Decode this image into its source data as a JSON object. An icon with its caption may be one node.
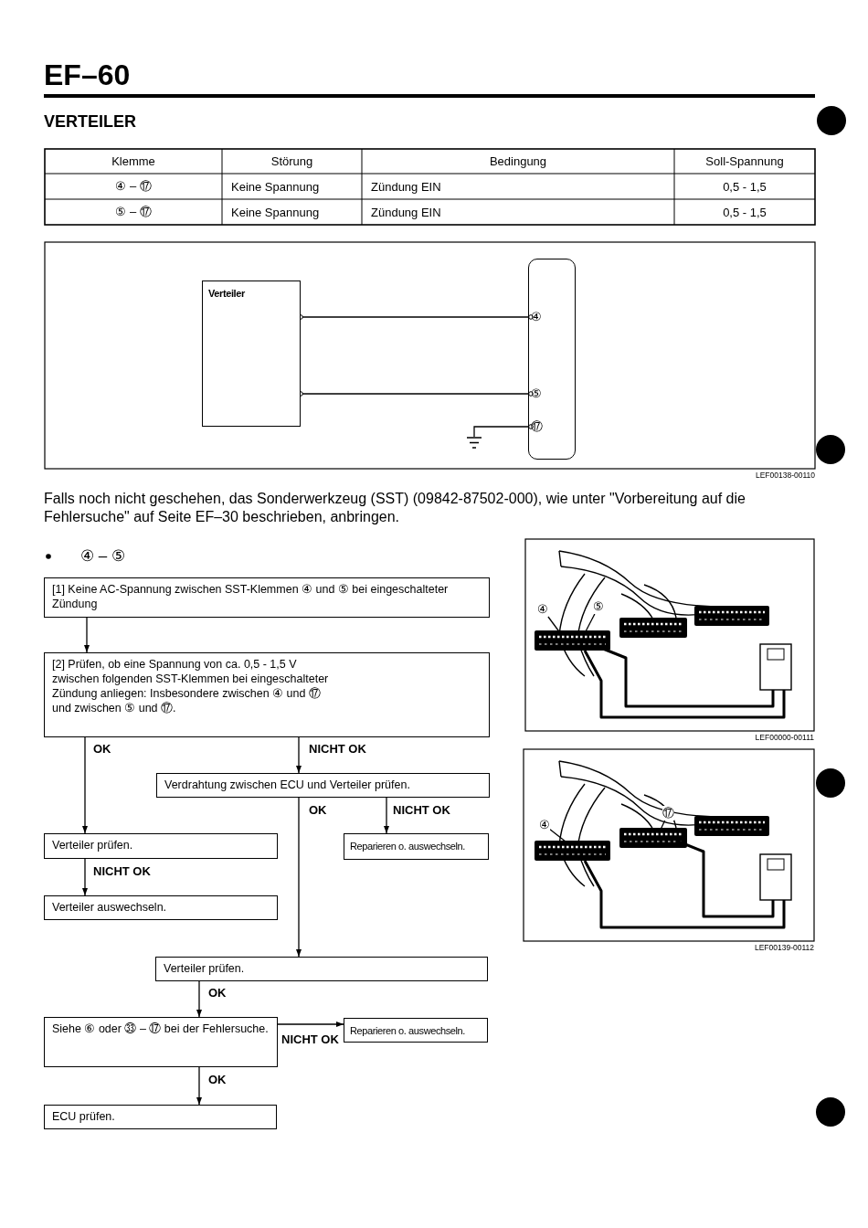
{
  "diagram": {
    "title": "VERTEILER",
    "nodes": [
      {
        "text": [
          "Verteiler"
        ]
      },
      {
        "text": [],
        "shape": "box"
      },
      {
        "text": [
          "④"
        ],
        "in": 1
      },
      {
        "text": [
          "⑤"
        ],
        "in": 1
      },
      {
        "text": [
          "⑰"
        ],
        "in": 1
      },
      {
        "text": [],
        "shape": "ground"
      },
      {
        "text": [
          "[1] Keine AC-Spannung zwischen SST-Klemmen ④ und ⑤ bei eingeschalteter Zündung"
        ]
      },
      {
        "text": [
          "[2] Prüfen, ob eine Spannung von ca. 0,5 - 1,5 V zwischen folgenden SST-Klemmen bei eingeschalteter Zündung anliegen: Insbesondere zwischen ④ und ⑰ und zwischen ⑤ und ⑰."
        ]
      },
      {
        "text": [
          "Verdrahtung zwischen ECU und Verteiler prüfen."
        ]
      },
      {
        "text": [
          "Verteiler prüfen."
        ]
      },
      {
        "text": [
          "Reparieren o. auswechseln."
        ]
      },
      {
        "text": [
          "Verteiler auswechseln."
        ]
      },
      {
        "text": [
          "Verteiler prüfen."
        ]
      },
      {
        "text": [
          "Siehe ⑥ oder ㉝ – ⑰ bei der Fehlersuche."
        ]
      },
      {
        "text": [
          "Reparieren o. auswechseln."
        ]
      },
      {
        "text": [
          "ECU prüfen."
        ]
      },
      {
        "text": [
          "④"
        ]
      },
      {
        "text": [
          "⑤"
        ]
      },
      {
        "text": [
          "④"
        ]
      },
      {
        "text": [
          "⑰"
        ]
      }
    ],
    "edges": [
      {
        "from": 0,
        "to": 2,
        "arrow": "other"
      },
      {
        "from": 0,
        "to": 3,
        "arrow": "other"
      },
      {
        "from": 5,
        "to": 4,
        "arrow": "other"
      },
      {
        "from": 6,
        "to": 7,
        "arrow": "to"
      },
      {
        "from": 7,
        "to": 9,
        "arrow": "to",
        "label": "OK"
      },
      {
        "from": 7,
        "to": 8,
        "arrow": "to",
        "label": "NICHT OK"
      },
      {
        "from": 8,
        "to": 12,
        "arrow": "to",
        "label": "OK"
      },
      {
        "from": 8,
        "to": 10,
        "arrow": "to",
        "label": "NICHT OK"
      },
      {
        "from": 9,
        "to": 11,
        "arrow": "to",
        "label": "NICHT OK"
      },
      {
        "from": 12,
        "to": 13,
        "arrow": "to",
        "label": "OK"
      },
      {
        "from": 13,
        "to": 14,
        "arrow": "to",
        "label": "NICHT OK"
      },
      {
        "from": 13,
        "to": 15,
        "arrow": "to",
        "label": "OK"
      },
      {
        "from": 16,
        "to": null,
        "arrow": "none"
      },
      {
        "from": 17,
        "to": null,
        "arrow": "none"
      },
      {
        "from": 18,
        "to": null,
        "arrow": "none"
      },
      {
        "from": 19,
        "to": null,
        "arrow": "none"
      }
    ],
    "labels": [
      "EF–60",
      "Klemme",
      "Störung",
      "Bedingung",
      "Soll-Spannung",
      "④ – ⑰",
      "Keine Spannung",
      "Zündung EIN",
      "0,5 - 1,5",
      "⑤ – ⑰",
      "Keine Spannung",
      "Zündung EIN",
      "0,5 - 1,5",
      "LEF00138-00110",
      "Falls noch nicht geschehen, das Sonderwerkzeug (SST) (09842-87502-000), wie unter \"Vorbereitung auf die Fehlersuche\" auf Seite EF–30 beschrieben, anbringen.",
      "④ – ⑤",
      "LEF00000-00111",
      "LEF00139-00112"
    ]
  }
}
